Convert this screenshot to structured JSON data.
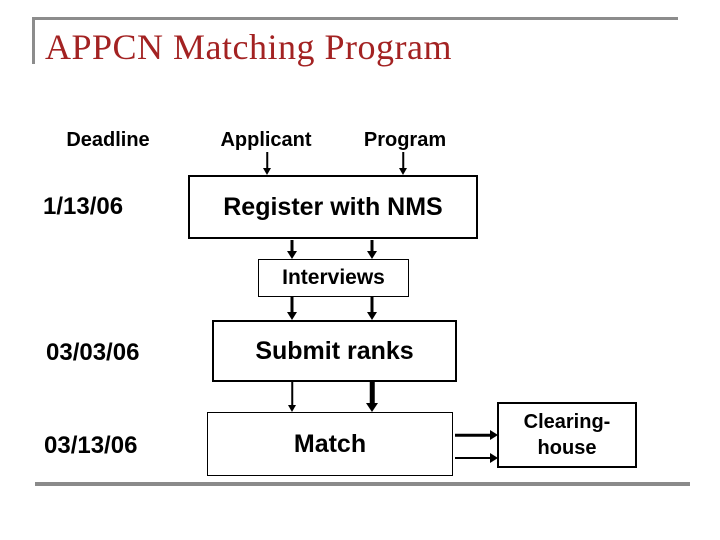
{
  "slide": {
    "title": "APPCN Matching Program"
  },
  "columns": {
    "deadline_label": "Deadline",
    "applicant_label": "Applicant",
    "program_label": "Program"
  },
  "steps": {
    "register": {
      "deadline": "1/13/06",
      "label": "Register with NMS"
    },
    "interviews": {
      "label": "Interviews"
    },
    "submit_ranks": {
      "deadline": "03/03/06",
      "label": "Submit ranks"
    },
    "match": {
      "deadline": "03/13/06",
      "label": "Match"
    },
    "clearinghouse": {
      "line1": "Clearing-",
      "line2": "house"
    }
  },
  "colors": {
    "title_red": "#a32222",
    "rule_gray": "#8c8c8c",
    "diagram_black": "#000000",
    "background": "#ffffff"
  },
  "icons": {
    "down_arrow": "▼",
    "right_arrow": "▶"
  }
}
